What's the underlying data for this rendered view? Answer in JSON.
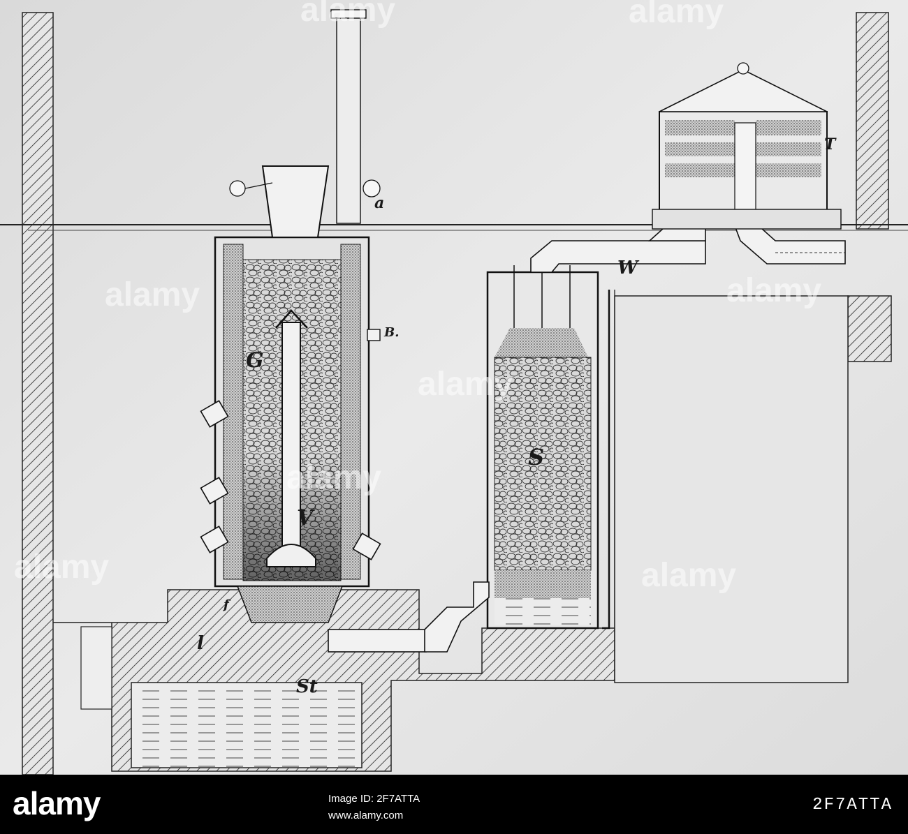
{
  "diagram": {
    "labels": {
      "a": "a",
      "B": "B.",
      "G": "G",
      "V": "V",
      "S": "S",
      "W": "W",
      "T": "T",
      "l": "l",
      "St": "St",
      "f": "f"
    }
  },
  "watermarks": [
    "alamy",
    "alamy",
    "alamy",
    "alamy",
    "alamy",
    "alamy",
    "alamy",
    "alamy"
  ],
  "footer": {
    "logo": "alamy",
    "image_id_text": "Image ID: 2F7ATTA",
    "url": "www.alamy.com",
    "code": "2F7ATTA"
  }
}
